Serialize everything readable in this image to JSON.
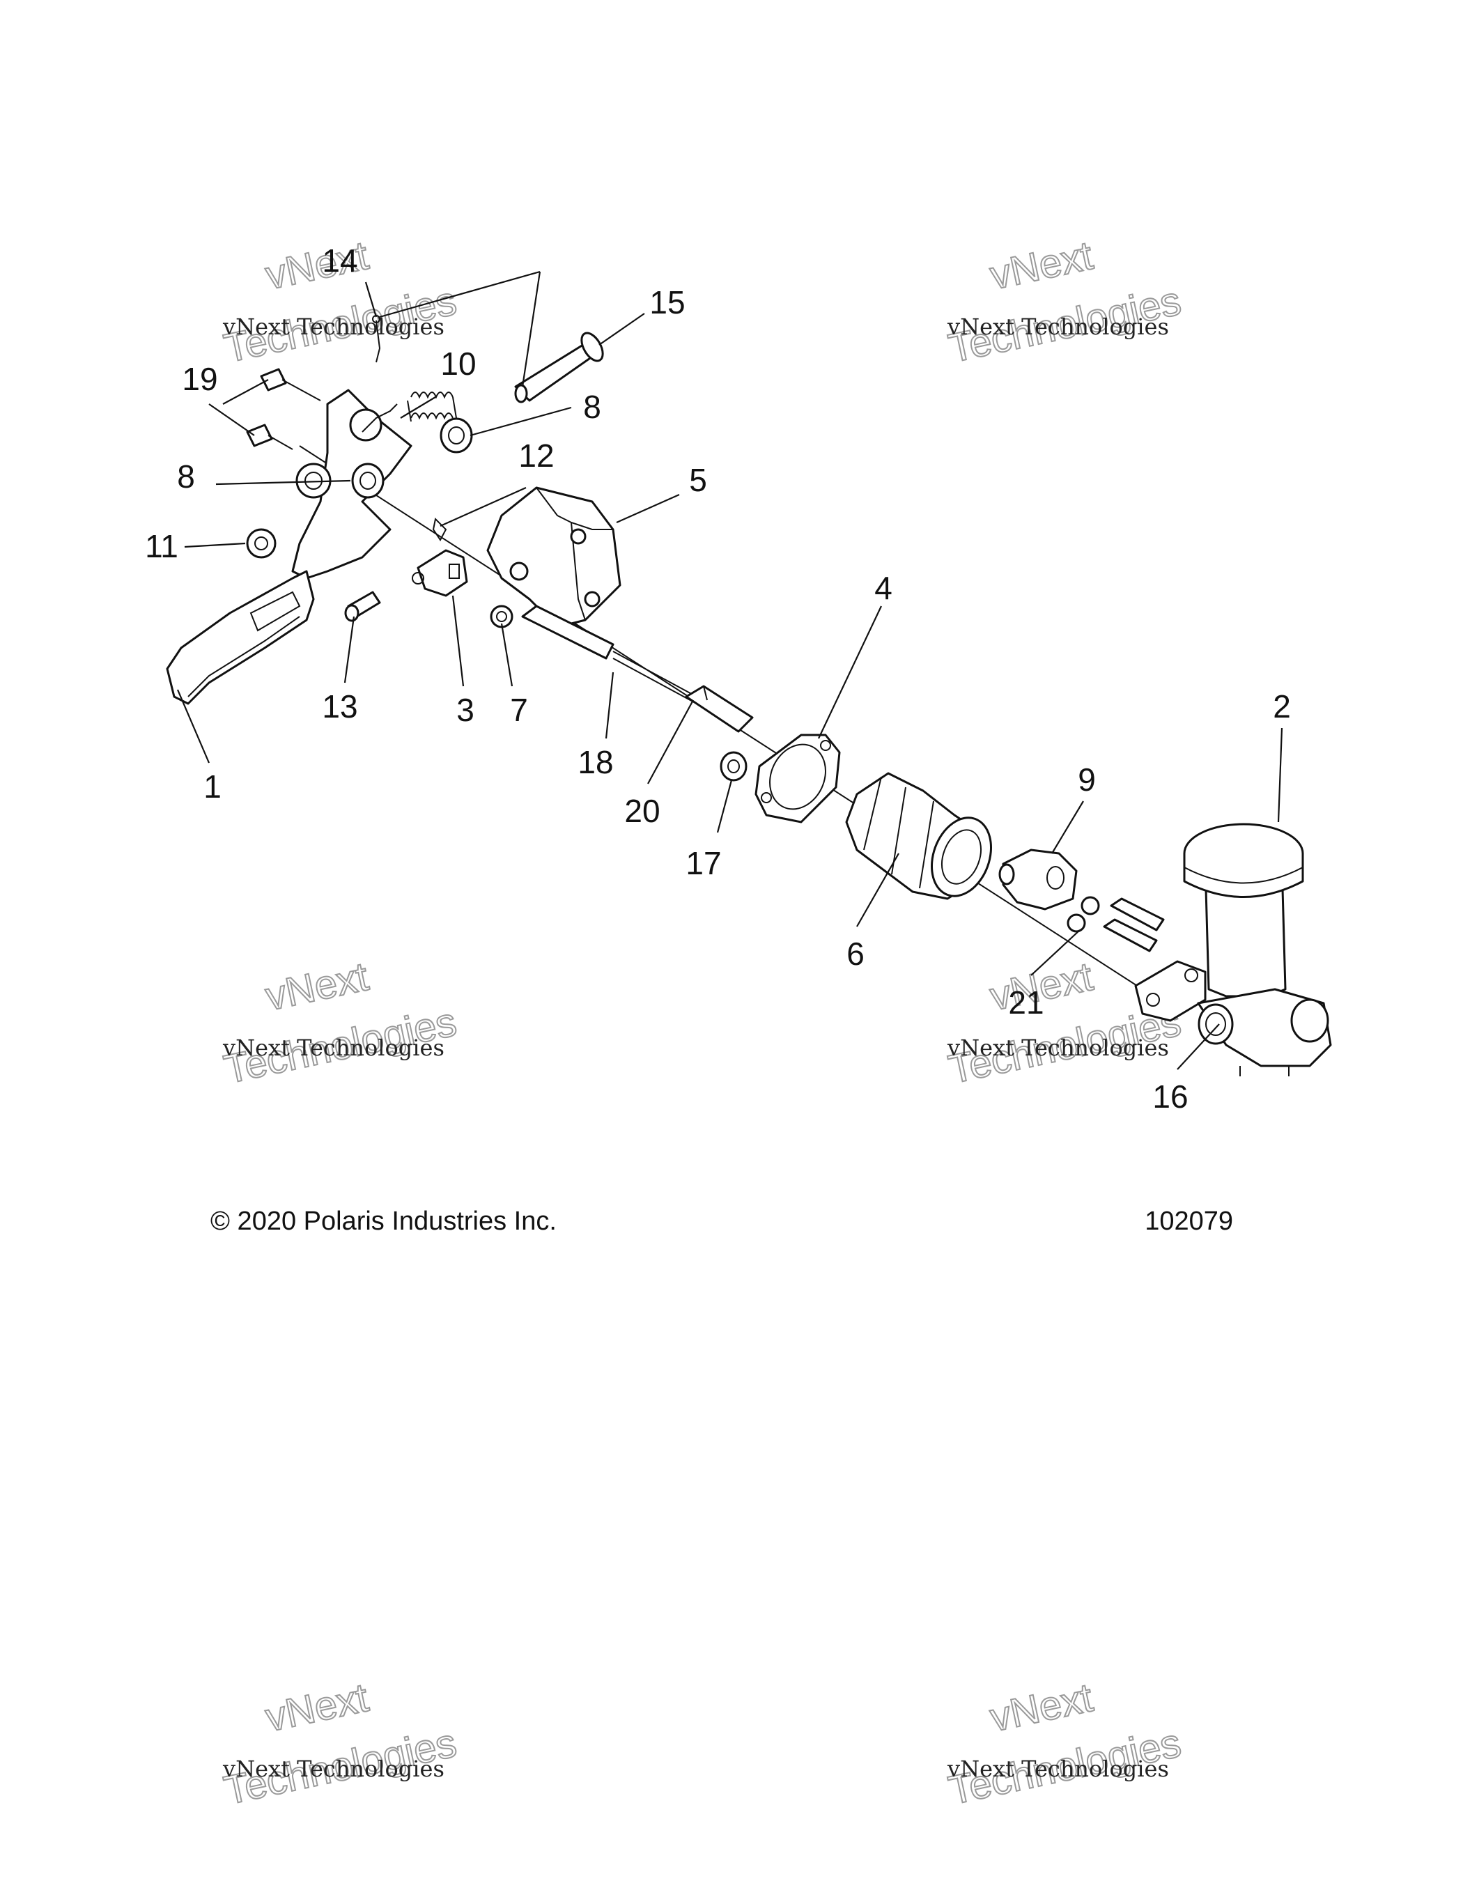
{
  "diagram": {
    "callouts": {
      "c1": "1",
      "c2": "2",
      "c3": "3",
      "c4": "4",
      "c5": "5",
      "c6": "6",
      "c7": "7",
      "c8a": "8",
      "c8b": "8",
      "c9": "9",
      "c10": "10",
      "c11": "11",
      "c12": "12",
      "c13": "13",
      "c14": "14",
      "c15": "15",
      "c16": "16",
      "c17": "17",
      "c18": "18",
      "c19": "19",
      "c20": "20",
      "c21": "21"
    },
    "copyright": "© 2020 Polaris Industries Inc.",
    "figure_number": "102079"
  },
  "watermark": {
    "line1": "vNext Technologies",
    "line2": "vNext",
    "line3": "Technologies"
  }
}
